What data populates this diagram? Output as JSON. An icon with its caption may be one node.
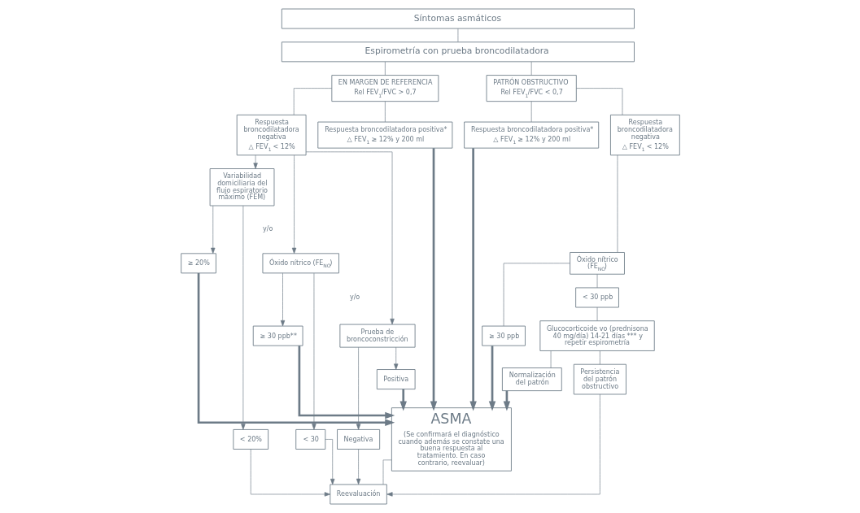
{
  "diagram": {
    "nodes": [
      {
        "text": [
          "Síntomas asmáticos"
        ]
      },
      {
        "text": [
          "Espirometría con prueba broncodilatadora"
        ]
      },
      {
        "text": [
          "EN MARGEN DE REFERENCIA",
          "Rel FEV$_{1}$/FVC > 0,7"
        ]
      },
      {
        "text": [
          "PATRÓN OBSTRUCTIVO",
          "Rel FEV$_{1}$/FVC < 0,7"
        ]
      },
      {
        "text": [
          "Respuesta broncodilatadora negativa",
          "△ FEV$_{1}$ < 12%"
        ]
      },
      {
        "text": [
          "Respuesta broncodilatadora positiva*",
          "△ FEV$_{1}$ ≥ 12% y 200 ml"
        ]
      },
      {
        "text": [
          "Respuesta broncodilatadora positiva*",
          "△ FEV$_{1}$ ≥ 12% y 200 ml"
        ]
      },
      {
        "text": [
          "Respuesta broncodilatadora negativa",
          "△ FEV$_{1}$ < 12%"
        ]
      },
      {
        "text": [
          "Variabilidad domiciliaria del flujo espiratorio máximo (FEM)"
        ]
      },
      {
        "text": [
          "≥ 20%"
        ]
      },
      {
        "text": [
          "< 20%"
        ]
      },
      {
        "text": [
          "Óxido nítrico (FE$_{NO}$)"
        ]
      },
      {
        "text": [
          "ASMA",
          "(Se confirmará el diagnóstico cuando además se constate una buena respuesta al tratamiento. En caso contrario, reevaluar)"
        ]
      },
      {
        "text": [
          "≥ 30 ppb"
        ]
      },
      {
        "text": [
          "< 30 ppb"
        ]
      },
      {
        "text": [
          "Óxido nítrico (FE$_{NO}$)"
        ]
      },
      {
        "text": [
          "≥ 30 ppb**"
        ]
      },
      {
        "text": [
          "< 30"
        ]
      },
      {
        "text": [
          "Glucocorticoide vo (prednisona 40 mg/día) 14-21 días *** y repetir espirometría"
        ]
      },
      {
        "text": [
          "Normalización del patrón"
        ]
      },
      {
        "text": [
          "Prueba de broncoconstricción"
        ]
      },
      {
        "text": [
          "Positiva"
        ]
      },
      {
        "text": [
          "Negativa"
        ]
      },
      {
        "text": [
          "Persistencia del patrón obstructivo"
        ]
      },
      {
        "text": [
          "Reevaluación"
        ]
      }
    ],
    "edges": [
      {
        "from": 0,
        "to": 1,
        "arrow": "none"
      },
      {
        "from": 1,
        "to": 2,
        "arrow": "none"
      },
      {
        "from": 1,
        "to": 3,
        "arrow": "none"
      },
      {
        "from": 2,
        "to": 4,
        "arrow": "none"
      },
      {
        "from": 2,
        "to": 5,
        "arrow": "none"
      },
      {
        "from": 3,
        "to": 6,
        "arrow": "none"
      },
      {
        "from": 3,
        "to": 7,
        "arrow": "none"
      },
      {
        "from": 4,
        "to": 8,
        "arrow": "to"
      },
      {
        "from": 4,
        "to": 11,
        "arrow": "to"
      },
      {
        "from": 4,
        "to": 20,
        "arrow": "to"
      },
      {
        "from": 8,
        "to": 9,
        "arrow": "to"
      },
      {
        "from": 8,
        "to": 10,
        "arrow": "to"
      },
      {
        "from": 11,
        "to": 16,
        "arrow": "to"
      },
      {
        "from": 11,
        "to": 17,
        "arrow": "to"
      },
      {
        "from": 20,
        "to": 21,
        "arrow": "to"
      },
      {
        "from": 20,
        "to": 22,
        "arrow": "to"
      },
      {
        "from": 5,
        "to": 12,
        "arrow": "to",
        "style": "thick"
      },
      {
        "from": 6,
        "to": 12,
        "arrow": "to",
        "style": "thick"
      },
      {
        "from": 9,
        "to": 12,
        "arrow": "to",
        "style": "thick"
      },
      {
        "from": 16,
        "to": 12,
        "arrow": "to",
        "style": "thick"
      },
      {
        "from": 21,
        "to": 12,
        "arrow": "to",
        "style": "thick"
      },
      {
        "from": 10,
        "to": 24,
        "arrow": "to"
      },
      {
        "from": 17,
        "to": 24,
        "arrow": "to"
      },
      {
        "from": 22,
        "to": 24,
        "arrow": "to"
      },
      {
        "from": 7,
        "to": 15,
        "arrow": "none"
      },
      {
        "from": 15,
        "to": 13,
        "arrow": "none"
      },
      {
        "from": 15,
        "to": 14,
        "arrow": "none"
      },
      {
        "from": 13,
        "to": 12,
        "arrow": "to",
        "style": "thick"
      },
      {
        "from": 14,
        "to": 18,
        "arrow": "none"
      },
      {
        "from": 18,
        "to": 19,
        "arrow": "none"
      },
      {
        "from": 18,
        "to": 23,
        "arrow": "none"
      },
      {
        "from": 19,
        "to": 12,
        "arrow": "to",
        "style": "thick"
      },
      {
        "from": 23,
        "to": 24,
        "arrow": "to"
      },
      {
        "from": 12,
        "to": 24,
        "arrow": "none"
      }
    ],
    "labels": [
      "y/o",
      "y/o"
    ]
  }
}
